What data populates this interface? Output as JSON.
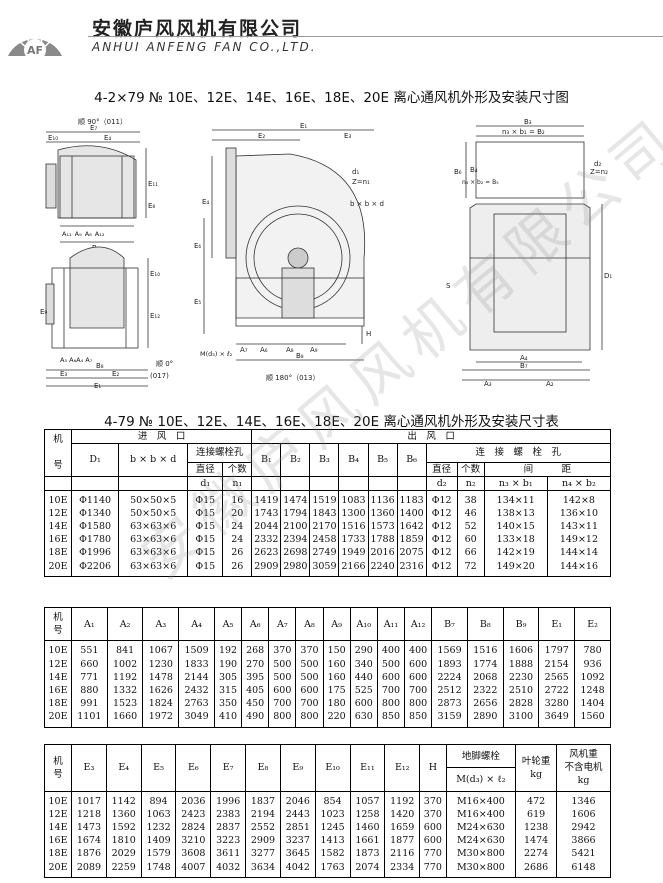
{
  "header": {
    "company_cn": "安徽庐风风机有限公司",
    "company_en": "ANHUI ANFENG FAN CO.,LTD.",
    "logo_text": "AF"
  },
  "diagram": {
    "title": "4-2×79 № 10E、12E、14E、16E、18E、20E 离心通风机外形及安装尺寸图",
    "labels": {
      "shun90": "顺 90°（011）",
      "shun0": "顺 0°",
      "shun0_code": "(017)",
      "shun180": "顺 180°（013）",
      "E7": "E₇",
      "E10": "E₁₀",
      "E4": "E₄",
      "E11": "E₁₁",
      "E8": "E₈",
      "A11": "A₁₁",
      "A9": "A₉",
      "A8": "A₈",
      "A12": "A₁₂",
      "B8": "B₈",
      "E12": "E₁₂",
      "E9": "E₉",
      "E3": "E₃",
      "E2": "E₂",
      "E1": "E₁",
      "A5A6A4A7": "A₅ A₆A₄ A₇",
      "E6": "E₆",
      "E5": "E₅",
      "d1": "d₁",
      "z_n1": "Z=n₁",
      "bxbxd": "b × b × d",
      "H": "H",
      "Md3": "M(d₃) × ℓ₂",
      "A7": "A₇",
      "A6": "A₆",
      "A8b": "A₈",
      "A9b": "A₉",
      "B3": "B₃",
      "n3b1B2": "n₃ × b₁ = B₂",
      "d2": "d₂",
      "z_n2": "Z=n₂",
      "B6": "B₆",
      "n4b2B5": "n₄ × b₂ = B₅",
      "B4": "B₄",
      "D1": "D₁",
      "S": "S",
      "A4": "A₄",
      "B7": "B₇",
      "A3": "A₃",
      "A2": "A₂"
    }
  },
  "table_title": "4-79 № 10E、12E、14E、16E、18E、20E 离心通风机外形及安装尺寸表",
  "table1": {
    "group_inlet": "进　风　口",
    "group_outlet": "出　风　口",
    "jihao": "机\n\n号",
    "D1": "D₁",
    "bbd": "b × b × d",
    "inlet_bolt": "连接螺栓孔",
    "diameter": "直径",
    "count": "个数",
    "d1": "d₁",
    "n1": "n₁",
    "B1": "B₁",
    "B2": "B₂",
    "B3": "B₃",
    "B4": "B₄",
    "B5": "B₅",
    "B6": "B₆",
    "outlet_bolt": "连　接　螺　栓　孔",
    "diameter2": "直径",
    "count2": "个数",
    "spacing": "间　　　距",
    "d2": "d₂",
    "n2": "n₂",
    "n3b1": "n₃ × b₁",
    "n4b2": "n₄ × b₂",
    "col_models": "10E\n12E\n14E\n16E\n18E\n20E",
    "col_D1": "Φ1140\nΦ1340\nΦ1580\nΦ1780\nΦ1996\nΦ2206",
    "col_bbd": "50×50×5\n50×50×5\n63×63×6\n63×63×6\n63×63×6\n63×63×6",
    "col_d1": "Φ15\nΦ15\nΦ15\nΦ15\nΦ15\nΦ15",
    "col_n1": "16\n20\n24\n24\n26\n26",
    "col_B1": "1419\n1743\n2044\n2332\n2623\n2909",
    "col_B2": "1474\n1794\n2100\n2394\n2698\n2980",
    "col_B3": "1519\n1843\n2170\n2458\n2749\n3059",
    "col_B4": "1083\n1300\n1516\n1733\n1949\n2166",
    "col_B5": "1136\n1360\n1573\n1788\n2016\n2240",
    "col_B6": "1183\n1400\n1642\n1859\n2075\n2316",
    "col_d2": "Φ12\nΦ12\nΦ12\nΦ12\nΦ12\nΦ12",
    "col_n2": "38\n46\n52\n60\n66\n72",
    "col_n3b1": "134×11\n138×13\n140×15\n133×18\n142×19\n149×20",
    "col_n4b2": "142×8\n136×10\n143×11\n149×12\n144×14\n144×16"
  },
  "table2": {
    "jihao": "机\n号",
    "headers": [
      "A₁",
      "A₂",
      "A₃",
      "A₄",
      "A₅",
      "A₆",
      "A₇",
      "A₈",
      "A₉",
      "A₁₀",
      "A₁₁",
      "A₁₂",
      "B₇",
      "B₈",
      "B₉",
      "E₁",
      "E₂"
    ],
    "columns": [
      "10E\n12E\n14E\n16E\n18E\n20E",
      "551\n660\n771\n880\n991\n1101",
      "841\n1002\n1192\n1332\n1523\n1660",
      "1067\n1230\n1478\n1626\n1824\n1972",
      "1509\n1833\n2144\n2432\n2763\n3049",
      "192\n190\n305\n315\n350\n410",
      "268\n270\n395\n405\n450\n490",
      "370\n500\n500\n600\n700\n800",
      "370\n500\n500\n600\n700\n800",
      "150\n160\n160\n175\n180\n220",
      "290\n340\n440\n525\n600\n630",
      "400\n500\n600\n700\n800\n850",
      "400\n600\n600\n700\n800\n850",
      "1569\n1893\n2224\n2512\n2873\n3159",
      "1516\n1774\n2068\n2322\n2656\n2890",
      "1606\n1888\n2230\n2510\n2828\n3100",
      "1797\n2154\n2565\n2722\n3280\n3649",
      "780\n936\n1092\n1248\n1404\n1560"
    ]
  },
  "table3": {
    "jihao": "机\n号",
    "headers": [
      "E₃",
      "E₄",
      "E₅",
      "E₆",
      "E₇",
      "E₈",
      "E₉",
      "E₁₀",
      "E₁₁",
      "E₁₂",
      "H"
    ],
    "anchor_bolt": "地脚螺栓",
    "anchor_sub": "M(d₃) × ℓ₂",
    "impeller_weight": "叶轮重\nkg",
    "fan_weight": "风机重\n不含电机\nkg",
    "columns": [
      "10E\n12E\n14E\n16E\n18E\n20E",
      "1017\n1218\n1473\n1674\n1876\n2089",
      "1142\n1360\n1592\n1810\n2029\n2259",
      "894\n1063\n1232\n1409\n1579\n1748",
      "2036\n2423\n2824\n3210\n3608\n4007",
      "1996\n2383\n2837\n3223\n3611\n4032",
      "1837\n2194\n2552\n2909\n3277\n3634",
      "2046\n2443\n2851\n3237\n3645\n4042",
      "854\n1023\n1245\n1413\n1582\n1763",
      "1057\n1258\n1460\n1661\n1873\n2074",
      "1192\n1420\n1659\n1877\n2116\n2334",
      "370\n370\n600\n600\n770\n770",
      "M16×400\nM16×400\nM24×630\nM24×630\nM30×800\nM30×800",
      "472\n619\n1238\n1474\n2274\n2686",
      "1346\n1606\n2942\n3866\n5421\n6148"
    ]
  },
  "watermark": "安徽庐风风机有限公司"
}
